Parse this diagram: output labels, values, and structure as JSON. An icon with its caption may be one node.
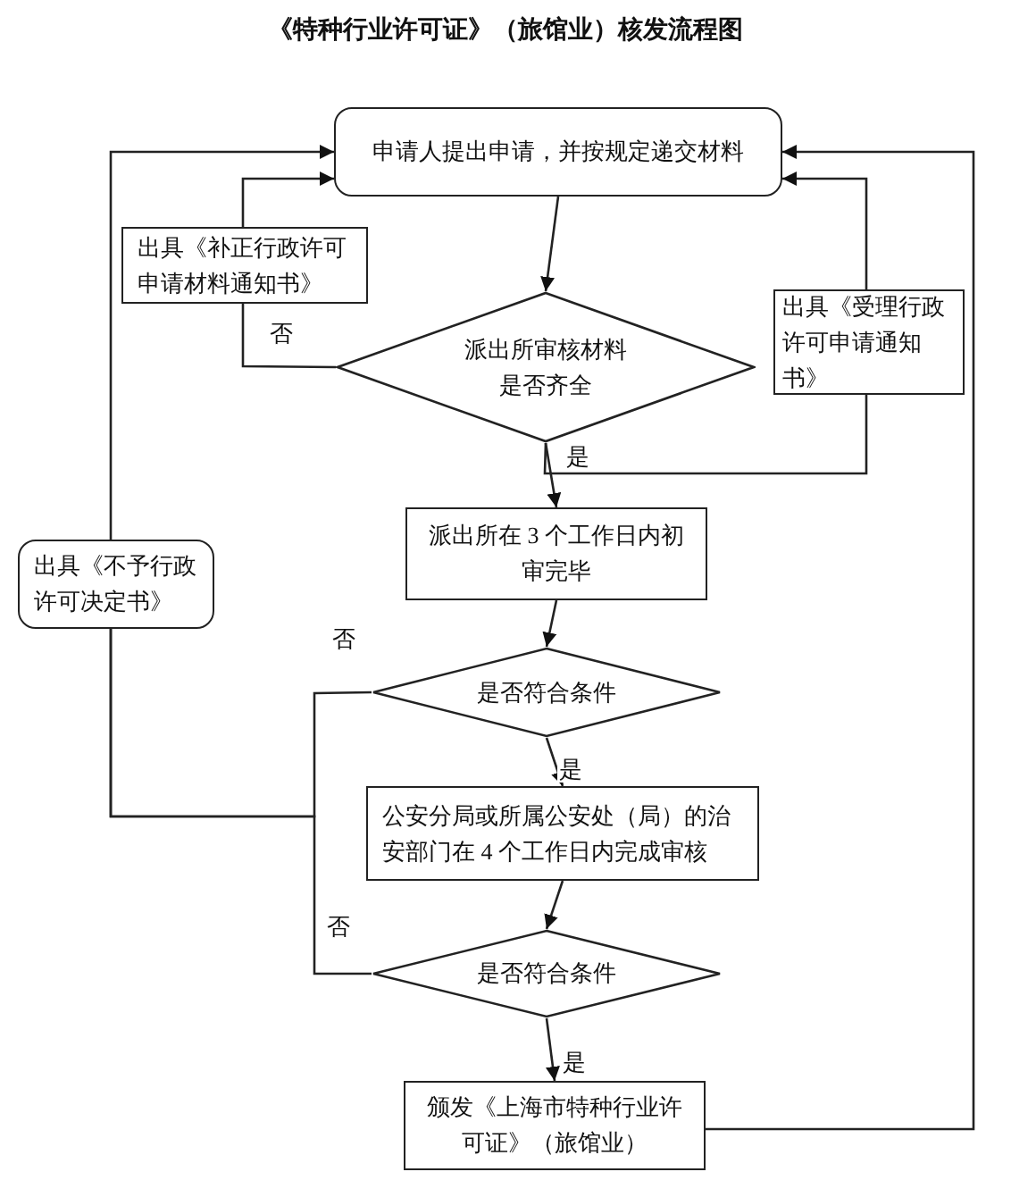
{
  "diagram": {
    "title": "《特种行业许可证》（旅馆业）核发流程图",
    "nodes": [
      {
        "text": [
          "申请人提出申请，并按规定递交材料"
        ]
      },
      {
        "text": [
          "出具《补正行政许可申请材料通知书》"
        ]
      },
      {
        "text": [
          "派出所审核材料是否齐全"
        ]
      },
      {
        "text": [
          "出具《受理行政许可申请通知书》"
        ]
      },
      {
        "text": [
          "出具《不予行政许可决定书》"
        ]
      },
      {
        "text": [
          "派出所在 3 个工作日内初审完毕"
        ]
      },
      {
        "text": [
          "是否符合条件"
        ]
      },
      {
        "text": [
          "公安分局或所属公安处（局）的治安部门在 4 个工作日内完成审核"
        ]
      },
      {
        "text": [
          "是否符合条件"
        ]
      },
      {
        "text": [
          "颁发《上海市特种行业许可证》（旅馆业）"
        ]
      }
    ],
    "edges": [
      {
        "from": 0,
        "to": 2,
        "arrow": "to"
      },
      {
        "from": 2,
        "to": 1,
        "arrow": "none",
        "label": "否"
      },
      {
        "from": 1,
        "to": 0,
        "arrow": "to"
      },
      {
        "from": 2,
        "to": 5,
        "arrow": "to",
        "label": "是"
      },
      {
        "from": 2,
        "to": 3,
        "arrow": "none"
      },
      {
        "from": 3,
        "to": 0,
        "arrow": "to"
      },
      {
        "from": 5,
        "to": 6,
        "arrow": "to"
      },
      {
        "from": 6,
        "to": 7,
        "arrow": "to",
        "label": "是"
      },
      {
        "from": 6,
        "to": 4,
        "arrow": "none",
        "label": "否"
      },
      {
        "from": 8,
        "to": 4,
        "arrow": "none",
        "label": "否"
      },
      {
        "from": 4,
        "to": 0,
        "arrow": "to"
      },
      {
        "from": 7,
        "to": 8,
        "arrow": "to"
      },
      {
        "from": 8,
        "to": 9,
        "arrow": "to",
        "label": "是"
      },
      {
        "from": 9,
        "to": 0,
        "arrow": "to"
      }
    ]
  }
}
